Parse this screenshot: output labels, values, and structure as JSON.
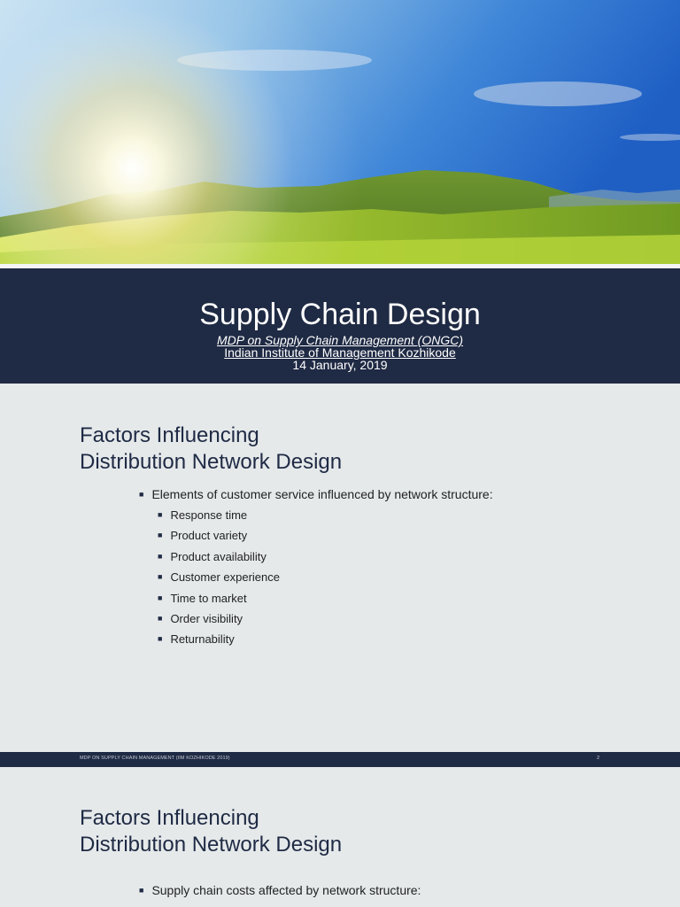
{
  "title_slide": {
    "title": "Supply Chain Design",
    "subtitle_line1": "MDP on Supply Chain Management (ONGC)",
    "subtitle_line2": "Indian Institute of Management Kozhikode",
    "subtitle_line3": "14 January, 2019"
  },
  "slide2": {
    "title_line1": "Factors Influencing",
    "title_line2": "Distribution Network Design",
    "bullet": "Elements of customer service influenced by network structure:",
    "sub_bullets": [
      "Response time",
      "Product variety",
      "Product availability",
      "Customer experience",
      "Time to market",
      "Order visibility",
      "Returnability"
    ],
    "footer_text": "MDP ON SUPPLY CHAIN MANAGEMENT (IIM KOZHIKODE 2019)",
    "page_number": "2"
  },
  "slide3": {
    "title_line1": "Factors Influencing",
    "title_line2": "Distribution Network Design",
    "bullet": "Supply chain costs affected by network structure:"
  },
  "colors": {
    "navy": "#1f2a44",
    "slide_bg": "#e5e9ea",
    "grass": "#8fb52a"
  }
}
